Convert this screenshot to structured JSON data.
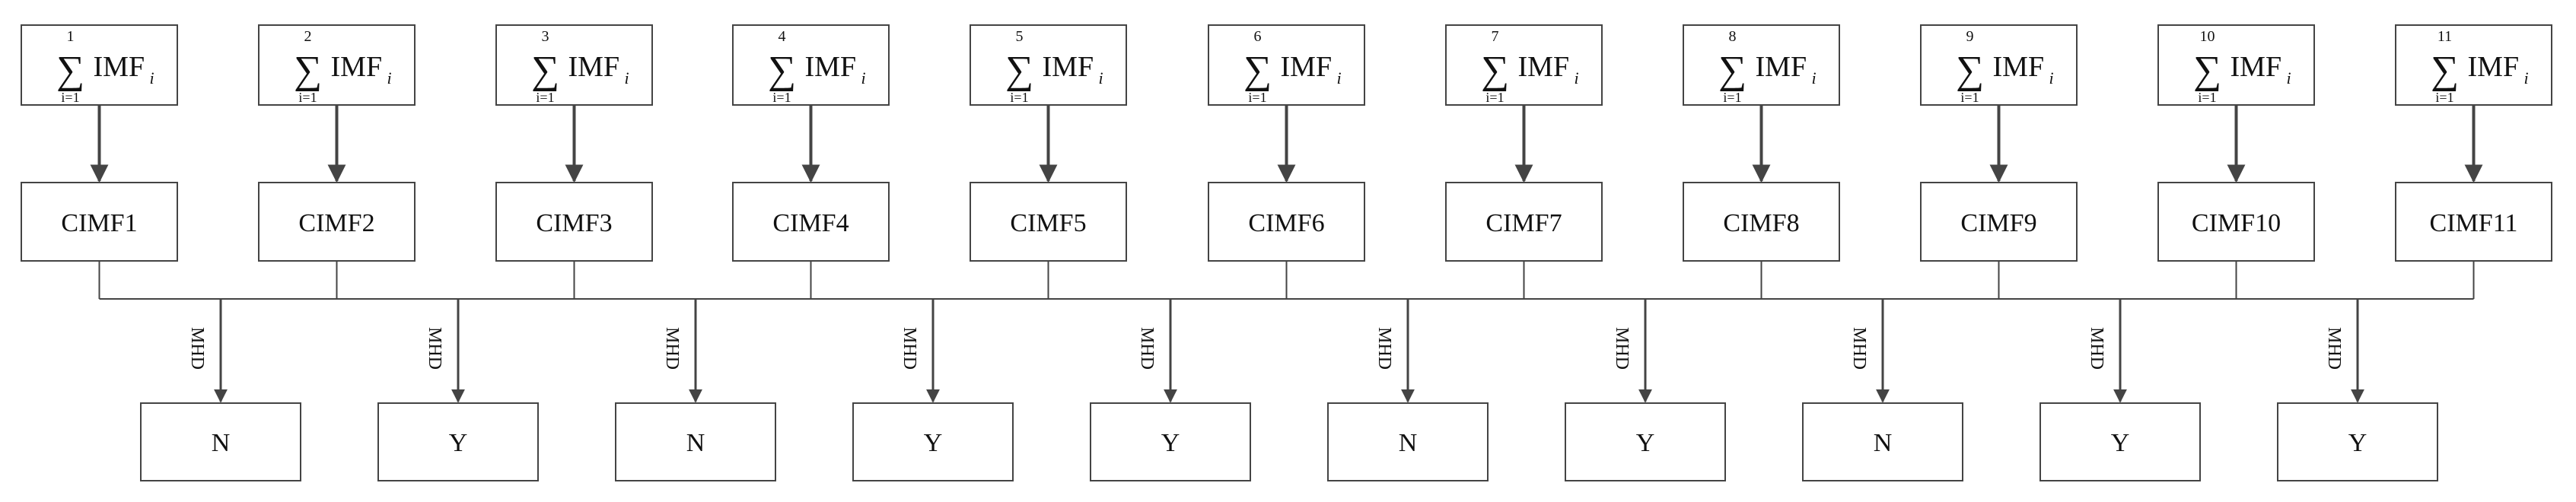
{
  "sum_boxes": [
    {
      "upper": "1",
      "lower": "i=1",
      "term": "IMF",
      "subscript": "i"
    },
    {
      "upper": "2",
      "lower": "i=1",
      "term": "IMF",
      "subscript": "i"
    },
    {
      "upper": "3",
      "lower": "i=1",
      "term": "IMF",
      "subscript": "i"
    },
    {
      "upper": "4",
      "lower": "i=1",
      "term": "IMF",
      "subscript": "i"
    },
    {
      "upper": "5",
      "lower": "i=1",
      "term": "IMF",
      "subscript": "i"
    },
    {
      "upper": "6",
      "lower": "i=1",
      "term": "IMF",
      "subscript": "i"
    },
    {
      "upper": "7",
      "lower": "i=1",
      "term": "IMF",
      "subscript": "i"
    },
    {
      "upper": "8",
      "lower": "i=1",
      "term": "IMF",
      "subscript": "i"
    },
    {
      "upper": "9",
      "lower": "i=1",
      "term": "IMF",
      "subscript": "i"
    },
    {
      "upper": "10",
      "lower": "i=1",
      "term": "IMF",
      "subscript": "i"
    },
    {
      "upper": "11",
      "lower": "i=1",
      "term": "IMF",
      "subscript": "i"
    }
  ],
  "sigma_symbol": "∑",
  "cimf_boxes": [
    "CIMF1",
    "CIMF2",
    "CIMF3",
    "CIMF4",
    "CIMF5",
    "CIMF6",
    "CIMF7",
    "CIMF8",
    "CIMF9",
    "CIMF10",
    "CIMF11"
  ],
  "edge_label": "MHD",
  "decisions": [
    {
      "label": "N",
      "color": "#e31a1c"
    },
    {
      "label": "Y",
      "color": "#111111"
    },
    {
      "label": "N",
      "color": "#e31a1c"
    },
    {
      "label": "Y",
      "color": "#111111"
    },
    {
      "label": "Y",
      "color": "#111111"
    },
    {
      "label": "N",
      "color": "#e31a1c"
    },
    {
      "label": "Y",
      "color": "#111111"
    },
    {
      "label": "N",
      "color": "#e31a1c"
    },
    {
      "label": "Y",
      "color": "#111111"
    },
    {
      "label": "Y",
      "color": "#111111"
    }
  ],
  "colors": {
    "line": "#444444",
    "box_border": "#444444",
    "text": "#111111",
    "highlight": "#e31a1c"
  }
}
